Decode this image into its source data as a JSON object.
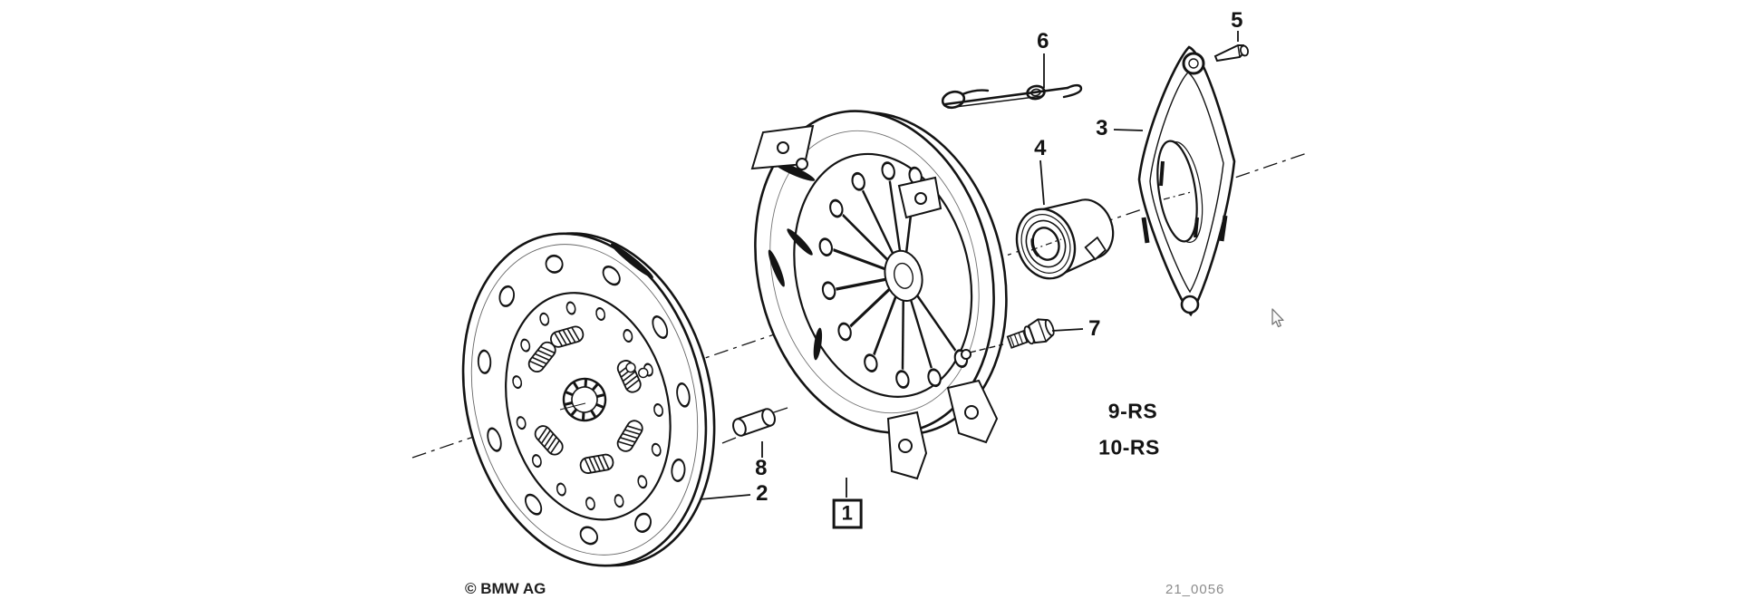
{
  "page": {
    "background": "#ffffff",
    "ink_color": "#141414",
    "muted_color": "#8c8c8c",
    "description_of_drawing": "Exploded parts diagram of a clutch: clutch disc, pressure plate, release bearing, release lever, pin, retaining spring, bolt and dowel pin on a dash-dot center axis"
  },
  "callouts": [
    {
      "label": "1",
      "boxed": true
    },
    {
      "label": "2",
      "boxed": false
    },
    {
      "label": "3",
      "boxed": false
    },
    {
      "label": "4",
      "boxed": false
    },
    {
      "label": "5",
      "boxed": false
    },
    {
      "label": "6",
      "boxed": false
    },
    {
      "label": "7",
      "boxed": false
    },
    {
      "label": "8",
      "boxed": false
    },
    {
      "label": "9-RS",
      "boxed": false
    },
    {
      "label": "10-RS",
      "boxed": false
    }
  ],
  "footer": {
    "copyright": "© BMW AG",
    "drawing_number": "21_0056"
  },
  "icons": {
    "cursor": "mouse-pointer-arrow"
  }
}
